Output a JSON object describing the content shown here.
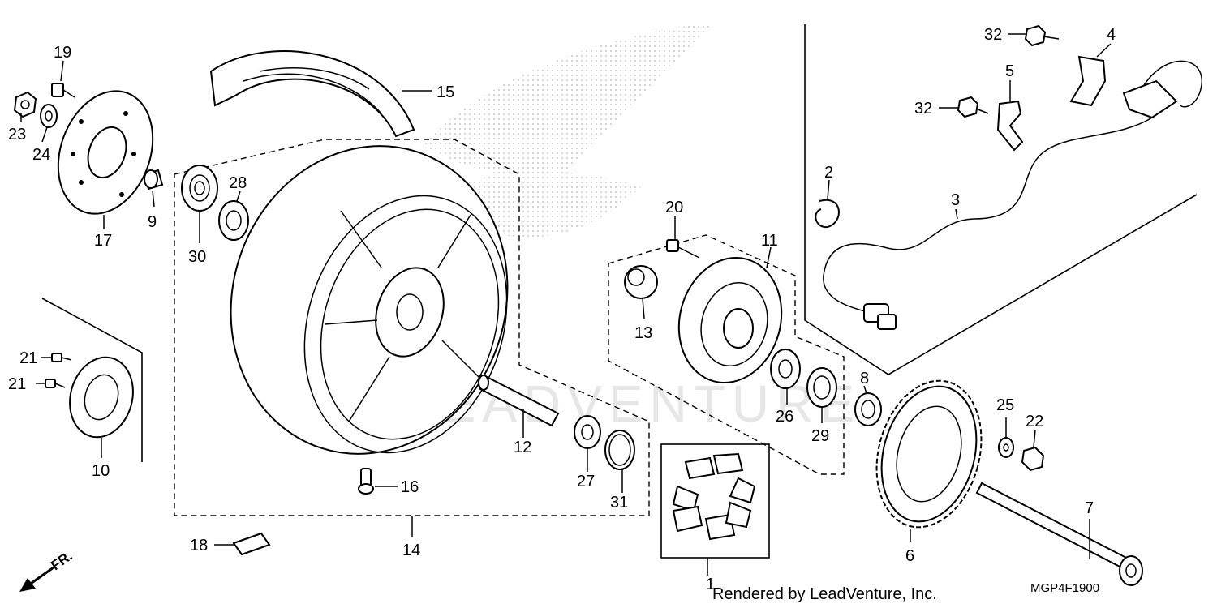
{
  "diagram": {
    "part_numbers": [
      "1",
      "2",
      "3",
      "4",
      "5",
      "6",
      "7",
      "8",
      "9",
      "10",
      "11",
      "12",
      "13",
      "14",
      "15",
      "16",
      "17",
      "18",
      "19",
      "20",
      "21",
      "21",
      "22",
      "23",
      "24",
      "25",
      "26",
      "27",
      "28",
      "29",
      "30",
      "31",
      "32",
      "32"
    ],
    "credit": "Rendered by LeadVenture, Inc.",
    "diagram_code": "MGP4F1900",
    "direction_label": "FR.",
    "watermark": "LEADVENTURE"
  }
}
